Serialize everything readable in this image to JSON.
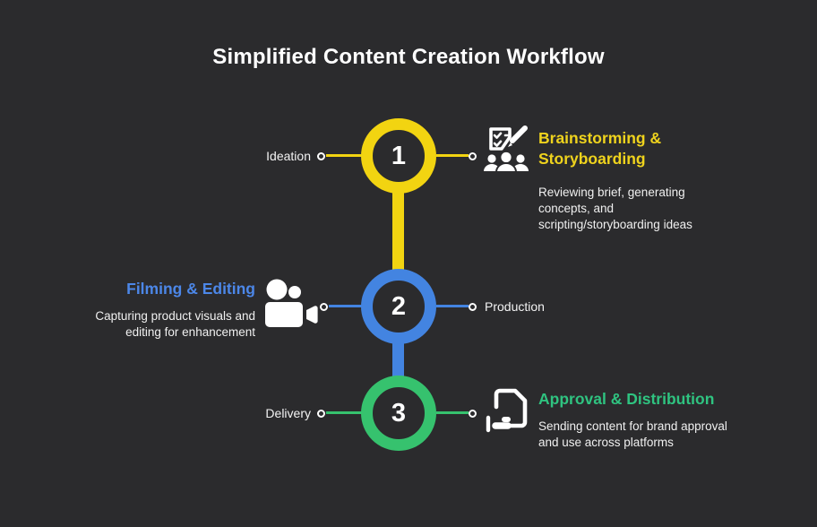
{
  "title": "Simplified Content Creation Workflow",
  "colors": {
    "background": "#2b2b2d",
    "step1_yellow": "#f2d411",
    "step2_blue": "#4384e1",
    "step3_green": "#36c26e",
    "endpoint_ring": "#ffffff",
    "body_text": "#f0f0f0",
    "title_text": "#ffffff"
  },
  "steps": [
    {
      "number": "1",
      "side_label": "Ideation",
      "heading": "Brainstorming & Storyboarding",
      "description": "Reviewing brief, generating concepts, and scripting/storyboarding ideas",
      "icon": "checklist-people-icon",
      "color": "#f2d411",
      "text_side": "right"
    },
    {
      "number": "2",
      "side_label": "Production",
      "heading": "Filming & Editing",
      "description": "Capturing product visuals and editing for enhancement",
      "icon": "video-camera-icon",
      "color": "#4384e1",
      "text_side": "left"
    },
    {
      "number": "3",
      "side_label": "Delivery",
      "heading": "Approval & Distribution",
      "description": "Sending content for brand approval and use across platforms",
      "icon": "document-approval-icon",
      "color": "#36c26e",
      "text_side": "right"
    }
  ]
}
